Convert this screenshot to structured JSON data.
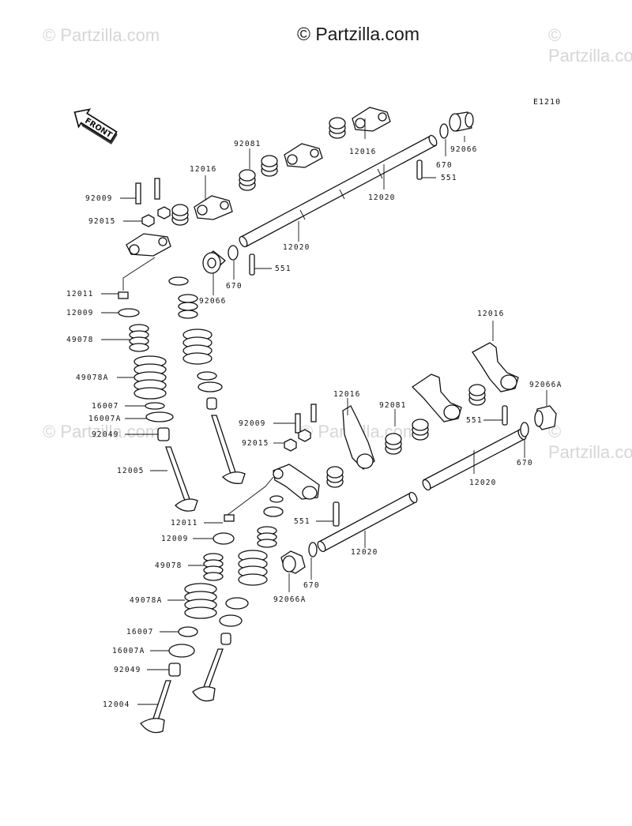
{
  "watermark": {
    "main": "© Partzilla.com",
    "faint": "© Partzilla.com"
  },
  "diagram_code": "E1210",
  "front_label": "FRONT",
  "part_labels": {
    "92081_top": "92081",
    "12016_top_left": "12016",
    "12016_top_right": "12016",
    "92066_top": "92066",
    "670_top_right": "670",
    "551_top_right": "551",
    "12020_top_right": "12020",
    "92009_top": "92009",
    "92015_top": "92015",
    "12020_top_mid": "12020",
    "551_top_mid": "551",
    "670_top_mid": "670",
    "92066_top_mid": "92066",
    "12011_top": "12011",
    "12009_top": "12009",
    "49078_top": "49078",
    "49078A_top": "49078A",
    "16007_top": "16007",
    "16007A_top": "16007A",
    "92049_top": "92049",
    "12005": "12005",
    "12016_bot_right": "12016",
    "92066A_right": "92066A",
    "12016_bot_mid": "12016",
    "92081_bot": "92081",
    "551_bot_right": "551",
    "670_bot_right": "670",
    "92009_bot": "92009",
    "92015_bot": "92015",
    "12020_bot_right": "12020",
    "551_bot_mid": "551",
    "12011_bot": "12011",
    "12020_bot_mid": "12020",
    "12009_bot": "12009",
    "670_bot_mid": "670",
    "49078_bot": "49078",
    "92066A_bot": "92066A",
    "49078A_bot": "49078A",
    "16007_bot": "16007",
    "16007A_bot": "16007A",
    "92049_bot": "92049",
    "12004": "12004"
  }
}
